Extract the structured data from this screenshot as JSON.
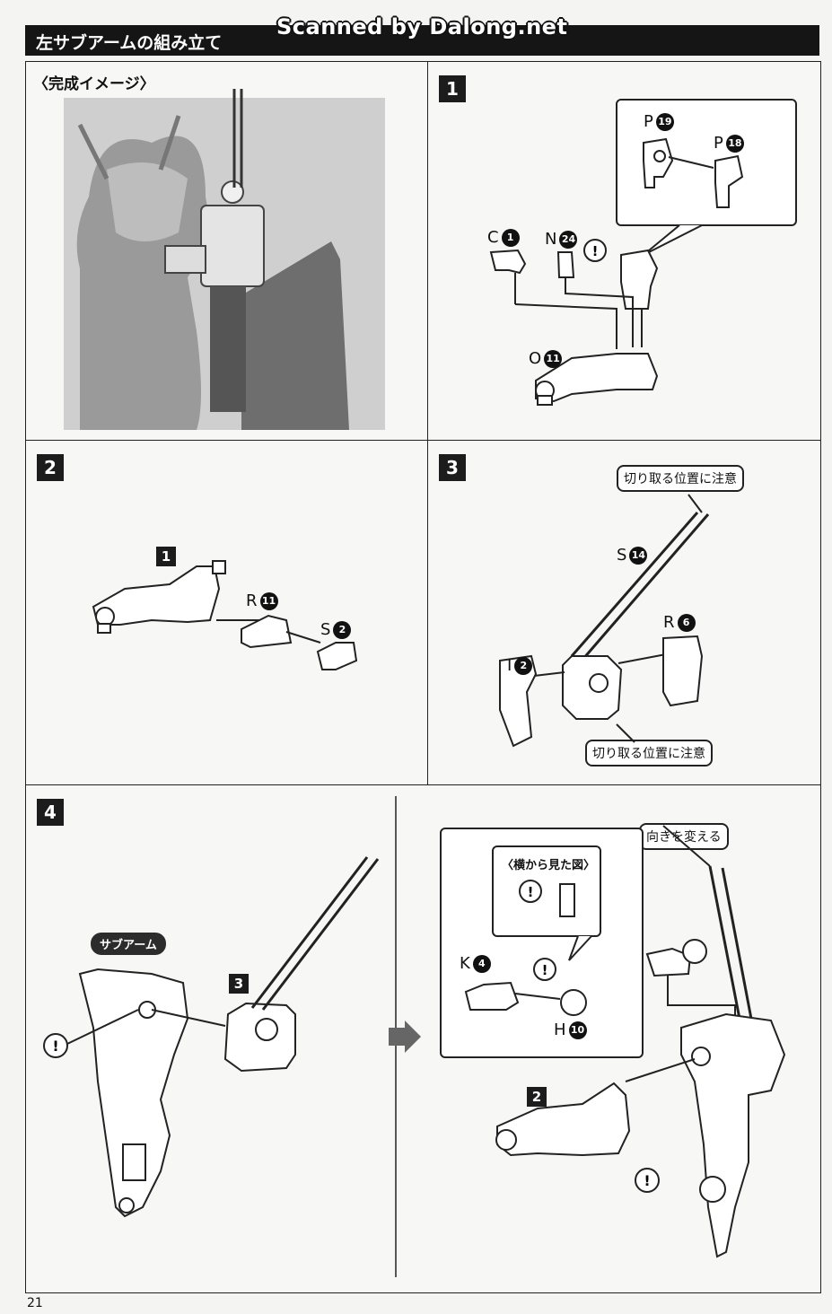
{
  "header": {
    "title": "左サブアームの組み立て",
    "watermark": "Scanned by Dalong.net"
  },
  "preview": {
    "caption": "〈完成イメージ〉"
  },
  "step1": {
    "number": "1",
    "parts": [
      {
        "letter": "P",
        "num": "19"
      },
      {
        "letter": "P",
        "num": "18"
      },
      {
        "letter": "C",
        "num": "1"
      },
      {
        "letter": "N",
        "num": "24"
      },
      {
        "letter": "O",
        "num": "11"
      }
    ]
  },
  "step2": {
    "number": "2",
    "ref": "1",
    "parts": [
      {
        "letter": "R",
        "num": "11"
      },
      {
        "letter": "S",
        "num": "2"
      }
    ]
  },
  "step3": {
    "number": "3",
    "notice_top": "切り取る位置に注意",
    "notice_bottom": "切り取る位置に注意",
    "parts": [
      {
        "letter": "S",
        "num": "14"
      },
      {
        "letter": "R",
        "num": "6"
      },
      {
        "letter": "I",
        "num": "2"
      }
    ]
  },
  "step4": {
    "number": "4",
    "sub_arm_label": "サブアーム",
    "ref3": "3",
    "ref2": "2",
    "side_view_caption": "〈横から見た図〉",
    "orientation_note": "向きを変える",
    "parts": [
      {
        "letter": "K",
        "num": "4"
      },
      {
        "letter": "H",
        "num": "10"
      }
    ],
    "warning_symbol": "!"
  },
  "footer": {
    "page_number": "21"
  }
}
